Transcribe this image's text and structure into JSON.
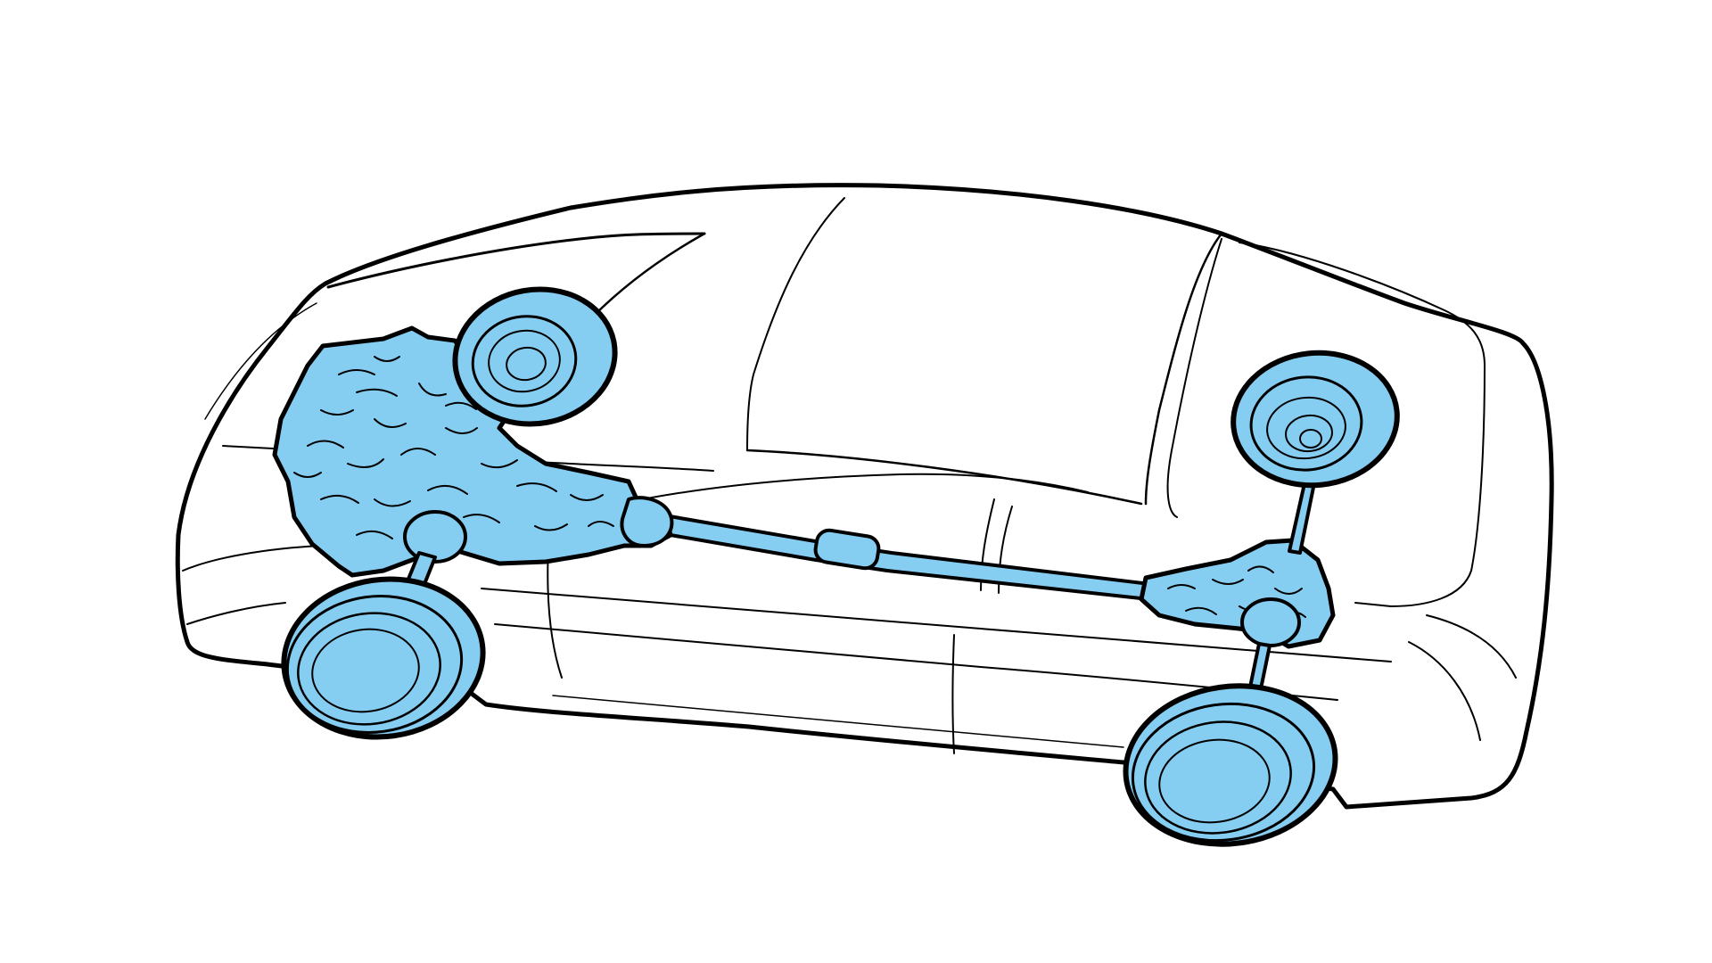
{
  "diagram": {
    "subject": "car-drivetrain-illustration",
    "colors": {
      "outline": "#000000",
      "highlight": "#86cdf2",
      "background": "#ffffff"
    },
    "components": [
      {
        "id": "engine",
        "icon": "engine-icon"
      },
      {
        "id": "transmission",
        "icon": "gearbox-icon"
      },
      {
        "id": "driveshaft",
        "icon": "driveshaft-icon"
      },
      {
        "id": "rear-differential",
        "icon": "differential-icon"
      },
      {
        "id": "front-left-wheel",
        "icon": "wheel-icon"
      },
      {
        "id": "front-right-wheel",
        "icon": "wheel-icon"
      },
      {
        "id": "rear-left-wheel",
        "icon": "wheel-icon"
      },
      {
        "id": "rear-right-wheel",
        "icon": "wheel-icon"
      }
    ]
  }
}
